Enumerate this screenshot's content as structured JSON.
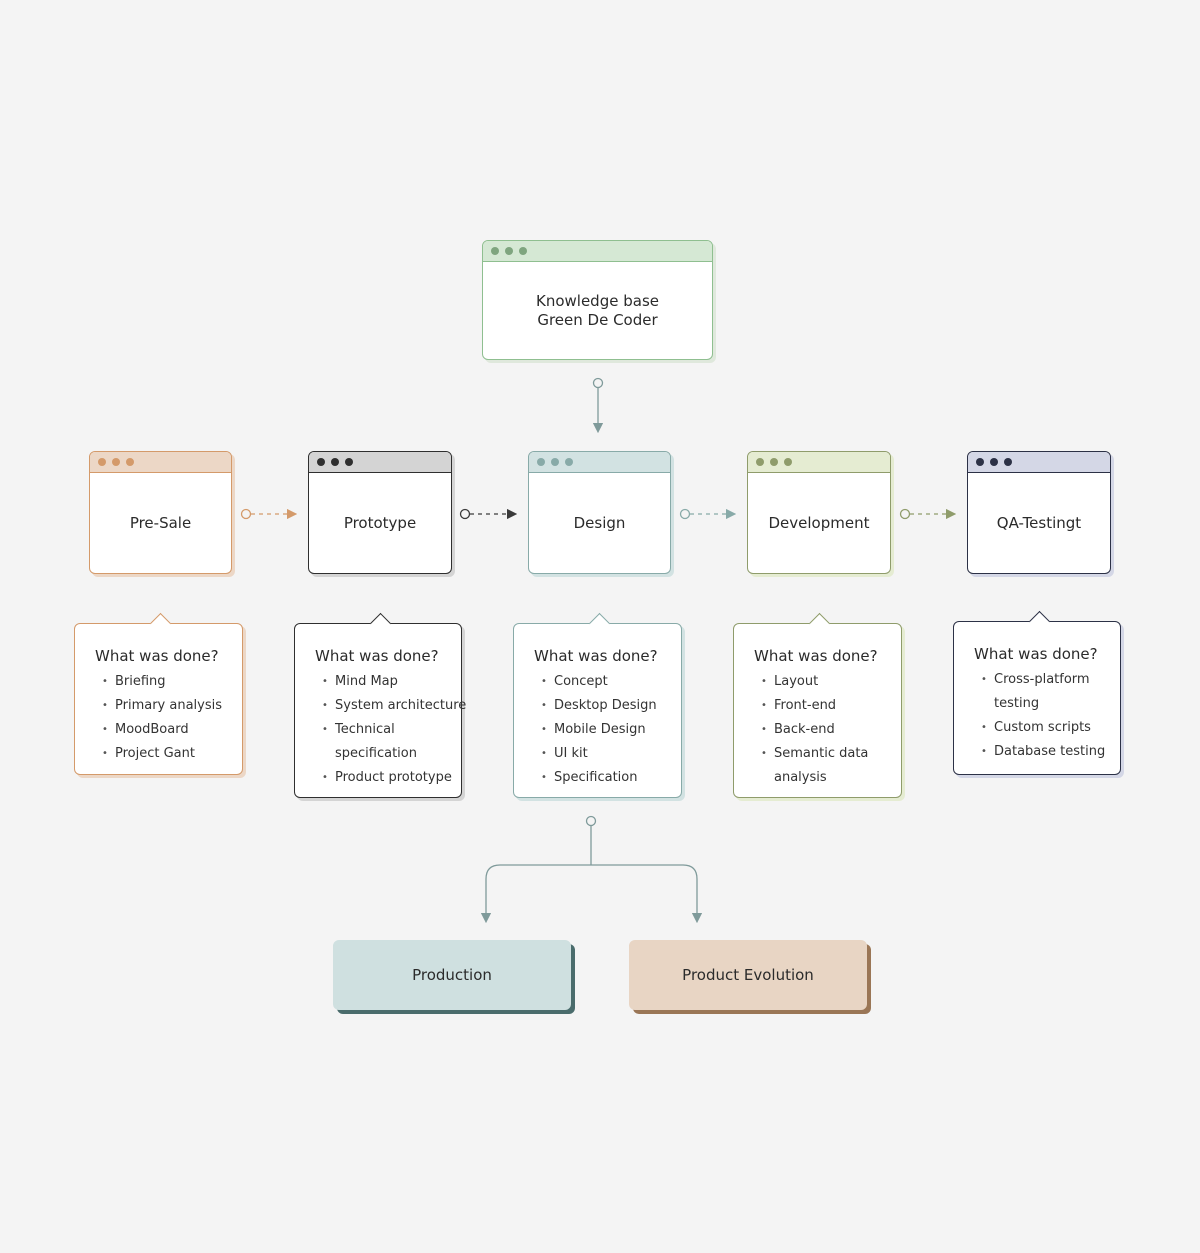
{
  "knowledge": {
    "line1": "Knowledge base",
    "line2": "Green De Coder"
  },
  "stages": [
    {
      "name": "Pre-Sale",
      "accent": "#d49a6a",
      "header": "#ecd7c6"
    },
    {
      "name": "Prototype",
      "accent": "#2f2f2f",
      "header": "#d4d4d4"
    },
    {
      "name": "Design",
      "accent": "#88aaa8",
      "header": "#d2e2e2"
    },
    {
      "name": "Development",
      "accent": "#8f9c6b",
      "header": "#e5ecd2"
    },
    {
      "name": "QA-Testingt",
      "accent": "#2c3146",
      "header": "#d4d7e6"
    }
  ],
  "details": [
    {
      "heading": "What was done?",
      "items": [
        "Briefing",
        "Primary analysis",
        "MoodBoard",
        "Project Gant"
      ]
    },
    {
      "heading": "What was done?",
      "items": [
        "Mind Map",
        "System architecture",
        "Technical",
        "specification",
        "Product prototype"
      ]
    },
    {
      "heading": "What was done?",
      "items": [
        "Concept",
        "Desktop Design",
        "Mobile Design",
        "UI kit",
        "Specification"
      ]
    },
    {
      "heading": "What was done?",
      "items": [
        "Layout",
        "Front-end",
        "Back-end",
        "Semantic data",
        "analysis"
      ]
    },
    {
      "heading": "What was done?",
      "items": [
        "Cross-platform",
        "testing",
        "Custom scripts",
        "Database testing"
      ]
    }
  ],
  "outcomes": [
    {
      "label": "Production",
      "fill": "#cfe0e0",
      "shadow": "#4a6c6c"
    },
    {
      "label": "Product Evolution",
      "fill": "#e8d5c4",
      "shadow": "#9a7656"
    }
  ],
  "colors": {
    "knowledge_accent": "#8fbf90",
    "knowledge_header": "#d5e8d4",
    "connector": "#7f9a9a"
  }
}
